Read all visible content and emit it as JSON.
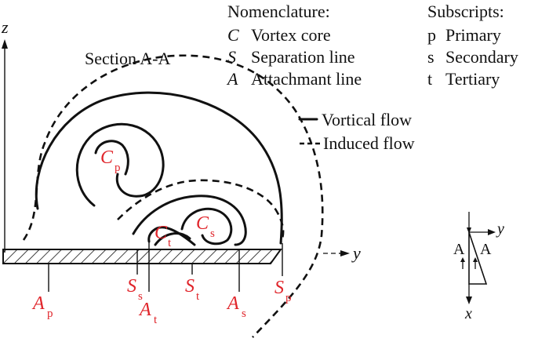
{
  "axes": {
    "z": "z",
    "y": "y",
    "x": "x"
  },
  "section_label": "Section A-A",
  "nomenclature": {
    "title": "Nomenclature:",
    "items": [
      {
        "symbol": "C",
        "text": "Vortex core"
      },
      {
        "symbol": "S",
        "text": "Separation line"
      },
      {
        "symbol": "A",
        "text": "Attachmant line"
      }
    ]
  },
  "subscripts": {
    "title": "Subscripts:",
    "items": [
      {
        "symbol": "p",
        "text": "Primary"
      },
      {
        "symbol": "s",
        "text": "Secondary"
      },
      {
        "symbol": "t",
        "text": "Tertiary"
      }
    ]
  },
  "legend": {
    "vortical": "Vortical flow",
    "induced": "Induced flow"
  },
  "cores": {
    "primary": {
      "base": "C",
      "sub": "p"
    },
    "secondary": {
      "base": "C",
      "sub": "s"
    },
    "tertiary": {
      "base": "C",
      "sub": "t"
    }
  },
  "markers": {
    "Ap": {
      "base": "A",
      "sub": "p"
    },
    "Ss": {
      "base": "S",
      "sub": "s"
    },
    "At": {
      "base": "A",
      "sub": "t"
    },
    "St": {
      "base": "S",
      "sub": "t"
    },
    "As": {
      "base": "A",
      "sub": "s"
    },
    "Sp": {
      "base": "S",
      "sub": "p"
    }
  },
  "inset": {
    "left": "A",
    "right": "A",
    "y": "y",
    "x": "x"
  },
  "colors": {
    "ink": "#111111",
    "accent": "#e0242a"
  }
}
